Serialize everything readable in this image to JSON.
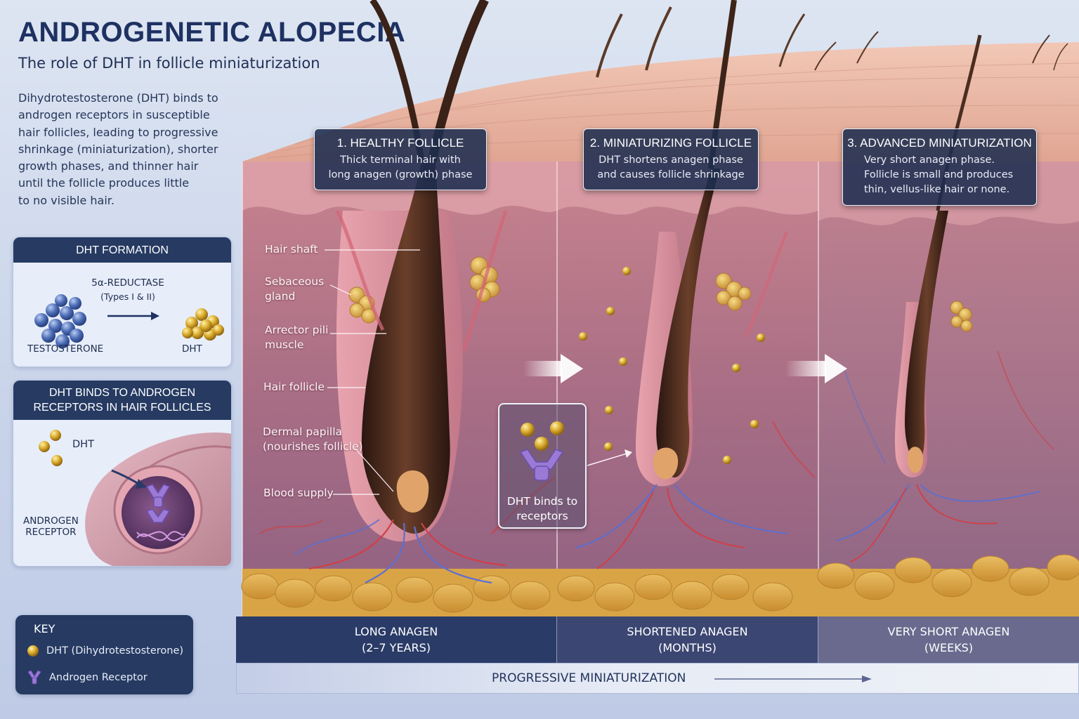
{
  "header": {
    "title": "ANDROGENETIC ALOPECIA",
    "subtitle": "The role of DHT in follicle miniaturization",
    "intro_lines": [
      "Dihydrotestosterone (DHT) binds to",
      "androgen receptors in susceptible",
      "hair follicles, leading to progressive",
      "shrinkage (miniaturization), shorter",
      "growth phases, and thinner hair",
      "until the follicle produces little",
      "to no visible hair."
    ]
  },
  "formation": {
    "title": "DHT FORMATION",
    "enzyme": "5α-REDUCTASE",
    "enzyme_types": "(Types I & II)",
    "from_label": "TESTOSTERONE",
    "to_label": "DHT"
  },
  "binding": {
    "title_lines": [
      "DHT BINDS TO ANDROGEN",
      "RECEPTORS IN HAIR FOLLICLES"
    ],
    "dht_label": "DHT",
    "receptor_lines": [
      "ANDROGEN",
      "RECEPTOR"
    ]
  },
  "key": {
    "title": "KEY",
    "items": [
      "DHT (Dihydrotestosterone)",
      "Androgen Receptor"
    ]
  },
  "stages": [
    {
      "title": "1. HEALTHY FOLLICLE",
      "lines": [
        "Thick terminal hair with",
        "long anagen (growth) phase"
      ]
    },
    {
      "title": "2. MINIATURIZING FOLLICLE",
      "lines": [
        "DHT shortens anagen phase",
        "and causes follicle shrinkage"
      ]
    },
    {
      "title": "3. ADVANCED MINIATURIZATION",
      "lines": [
        "Very short anagen phase.",
        "Follicle is small and produces",
        "thin, vellus-like hair or none."
      ]
    }
  ],
  "anatomy": {
    "hair_shaft": "Hair shaft",
    "sebaceous": [
      "Sebaceous",
      "gland"
    ],
    "arrector": [
      "Arrector pili",
      "muscle"
    ],
    "hair_follicle": "Hair follicle",
    "papilla": [
      "Dermal papilla",
      "(nourishes follicle)"
    ],
    "blood": "Blood supply"
  },
  "receptor_callout": [
    "DHT binds to",
    "receptors"
  ],
  "phases": [
    {
      "line1": "LONG ANAGEN",
      "line2": "(2–7 YEARS)"
    },
    {
      "line1": "SHORTENED ANAGEN",
      "line2": "(MONTHS)"
    },
    {
      "line1": "VERY SHORT ANAGEN",
      "line2": "(WEEKS)"
    }
  ],
  "progress_label": "PROGRESSIVE MINIATURIZATION",
  "colors": {
    "navy": "#263a62",
    "dht_gold": "#d9a92a",
    "testosterone_blue": "#4f6fb8",
    "receptor_purple": "#8d6cc9",
    "skin": "#c88a94",
    "fat": "#e2b354"
  }
}
